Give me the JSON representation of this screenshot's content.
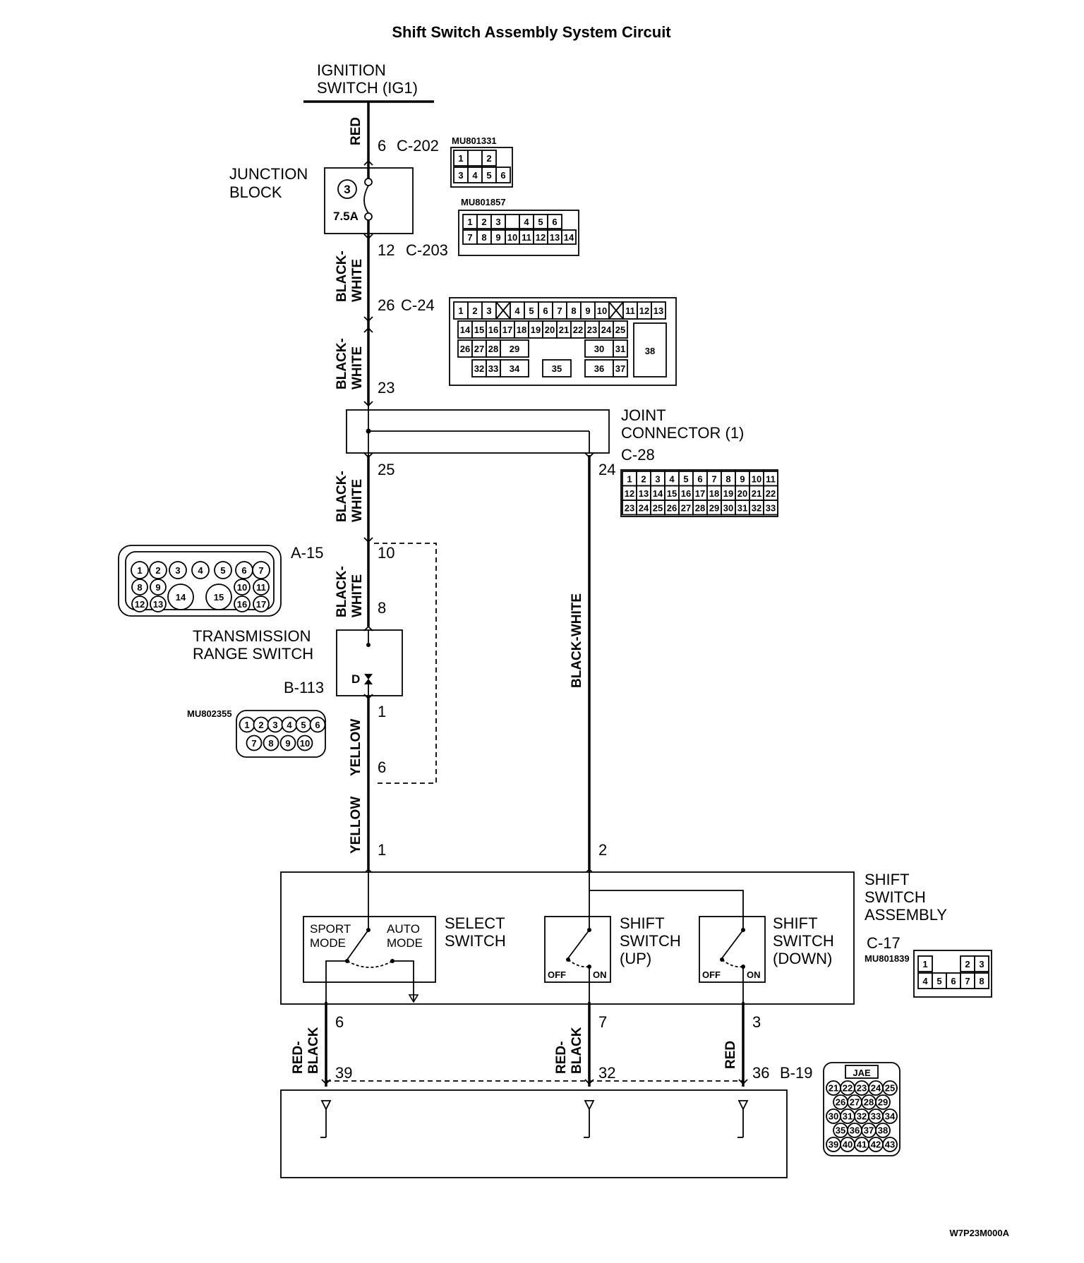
{
  "title": "Shift Switch Assembly System Circuit",
  "figure_code": "W7P23M000A",
  "ignition_switch": [
    "IGNITION",
    "SWITCH (IG1)"
  ],
  "junction_block": {
    "label": [
      "JUNCTION",
      "BLOCK"
    ],
    "fuse_number": "3",
    "fuse_rating": "7.5A"
  },
  "joint_connector": [
    "JOINT",
    "CONNECTOR (1)"
  ],
  "transmission_range_switch": {
    "label": [
      "TRANSMISSION",
      "RANGE SWITCH"
    ],
    "position": "D"
  },
  "shift_switch_assembly": {
    "label": [
      "SHIFT",
      "SWITCH",
      "ASSEMBLY"
    ],
    "select_switch": [
      "SELECT",
      "SWITCH"
    ],
    "sport_mode": [
      "SPORT",
      "MODE"
    ],
    "auto_mode": [
      "AUTO",
      "MODE"
    ],
    "shift_up": [
      "SHIFT",
      "SWITCH",
      "(UP)"
    ],
    "shift_down": [
      "SHIFT",
      "SWITCH",
      "(DOWN)"
    ],
    "off": "OFF",
    "on": "ON"
  },
  "connectors": {
    "c202": "C-202",
    "c203": "C-203",
    "c24": "C-24",
    "c28": "C-28",
    "a15": "A-15",
    "b113": "B-113",
    "c17": "C-17",
    "b19": "B-19"
  },
  "part_numbers": {
    "c202": "MU801331",
    "c203": "MU801857",
    "b113": "MU802355",
    "c17": "MU801839"
  },
  "b19_maker": "JAE",
  "wires": {
    "red": "RED",
    "black_white": [
      "BLACK-",
      "WHITE"
    ],
    "black_white_long": "BLACK-WHITE",
    "yellow": "YELLOW",
    "red_black": [
      "RED-",
      "BLACK"
    ]
  },
  "pins": {
    "p6_c202": "6",
    "p12": "12",
    "p26": "26",
    "p23": "23",
    "p25": "25",
    "p24": "24",
    "p10": "10",
    "p8": "8",
    "p1_b113": "1",
    "p6_yellow": "6",
    "p1_c17": "1",
    "p2_c17": "2",
    "p6_c17": "6",
    "p7_c17": "7",
    "p3_c17": "3",
    "p39": "39",
    "p32": "32",
    "p36": "36"
  },
  "connector_cells": {
    "c202": [
      [
        "1",
        "",
        "2"
      ],
      [
        "3",
        "4",
        "5",
        "6"
      ]
    ],
    "c203": [
      [
        "1",
        "2",
        "3",
        "",
        "4",
        "5",
        "6"
      ],
      [
        "7",
        "8",
        "9",
        "10",
        "11",
        "12",
        "13",
        "14"
      ]
    ],
    "c24": {
      "row1": [
        "1",
        "2",
        "3",
        "X",
        "4",
        "5",
        "6",
        "7",
        "8",
        "9",
        "10",
        "X",
        "11",
        "12",
        "13"
      ],
      "row2": [
        "14",
        "15",
        "16",
        "17",
        "18",
        "19",
        "20",
        "21",
        "22",
        "23",
        "24",
        "25"
      ],
      "row3": [
        "26",
        "27",
        "28",
        "29",
        "30",
        "31"
      ],
      "row4": [
        "32",
        "33",
        "34",
        "35",
        "36",
        "37"
      ],
      "big": "38"
    },
    "c28": [
      [
        "1",
        "2",
        "3",
        "4",
        "5",
        "6",
        "7",
        "8",
        "9",
        "10",
        "11"
      ],
      [
        "12",
        "13",
        "14",
        "15",
        "16",
        "17",
        "18",
        "19",
        "20",
        "21",
        "22"
      ],
      [
        "23",
        "24",
        "25",
        "26",
        "27",
        "28",
        "29",
        "30",
        "31",
        "32",
        "33"
      ]
    ],
    "a15": [
      [
        "1",
        "2",
        "3",
        "4",
        "5",
        "6",
        "7"
      ],
      [
        "8",
        "9",
        "10",
        "11"
      ],
      [
        "12",
        "13",
        "16",
        "17"
      ],
      [
        "14",
        "15"
      ]
    ],
    "b113": [
      [
        "1",
        "2",
        "3",
        "4",
        "5",
        "6"
      ],
      [
        "7",
        "8",
        "9",
        "10"
      ]
    ],
    "c17": [
      [
        "1",
        "",
        "2",
        "3"
      ],
      [
        "4",
        "5",
        "6",
        "7",
        "8"
      ]
    ],
    "b19": [
      [
        "21",
        "22",
        "23",
        "24",
        "25"
      ],
      [
        "26",
        "27",
        "28",
        "29"
      ],
      [
        "30",
        "31",
        "32",
        "33",
        "34"
      ],
      [
        "35",
        "36",
        "37",
        "38"
      ],
      [
        "39",
        "40",
        "41",
        "42",
        "43"
      ]
    ]
  }
}
